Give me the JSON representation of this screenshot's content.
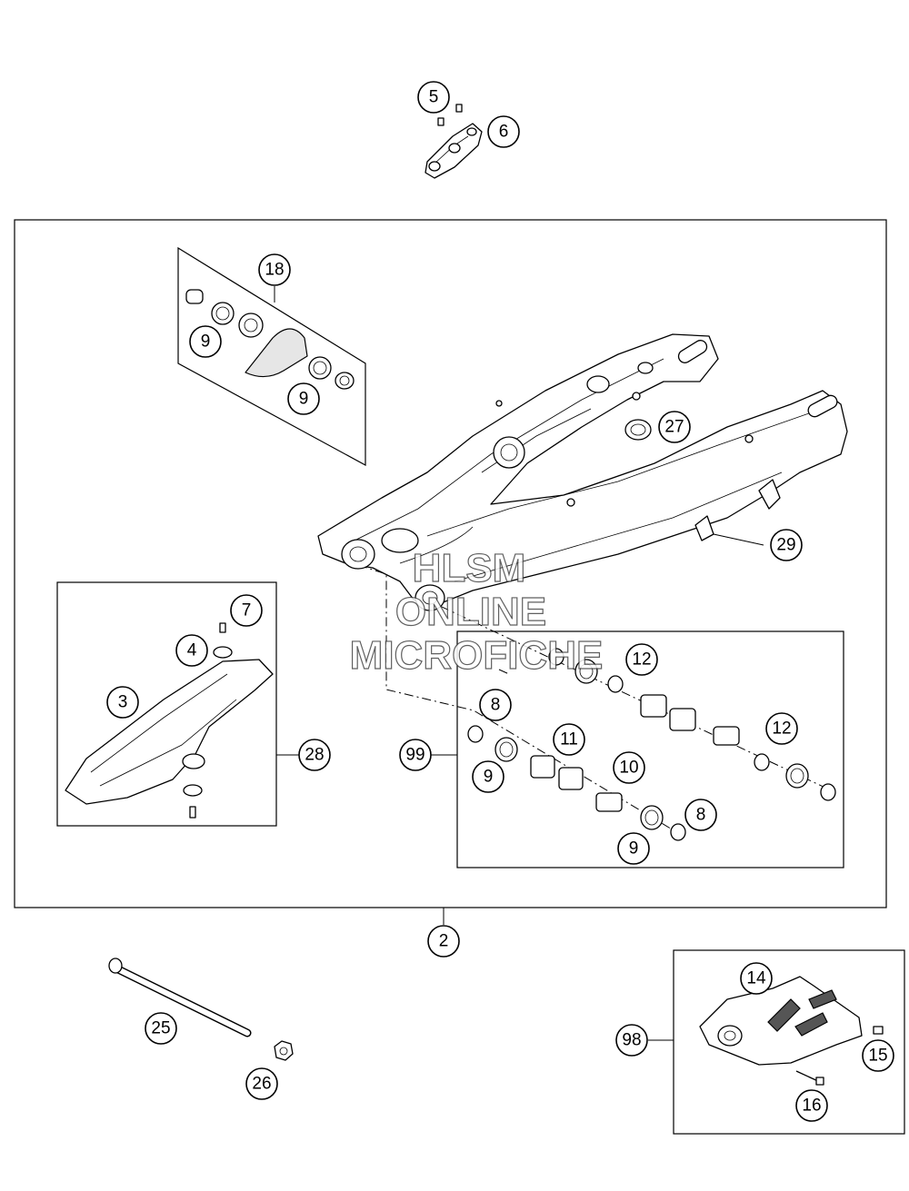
{
  "callouts": {
    "c2": "2",
    "c3": "3",
    "c4": "4",
    "c5": "5",
    "c6": "6",
    "c7": "7",
    "c8a": "8",
    "c8b": "8",
    "c9a": "9",
    "c9b": "9",
    "c9c": "9",
    "c9d": "9",
    "c10": "10",
    "c11": "11",
    "c12a": "12",
    "c12b": "12",
    "c14": "14",
    "c15": "15",
    "c16": "16",
    "c18": "18",
    "c25": "25",
    "c26": "26",
    "c27": "27",
    "c28": "28",
    "c29": "29",
    "c98": "98",
    "c99": "99"
  },
  "watermark": {
    "line1": "HLSM",
    "line2": "ONLINE",
    "line3": "MICROFICHE"
  }
}
